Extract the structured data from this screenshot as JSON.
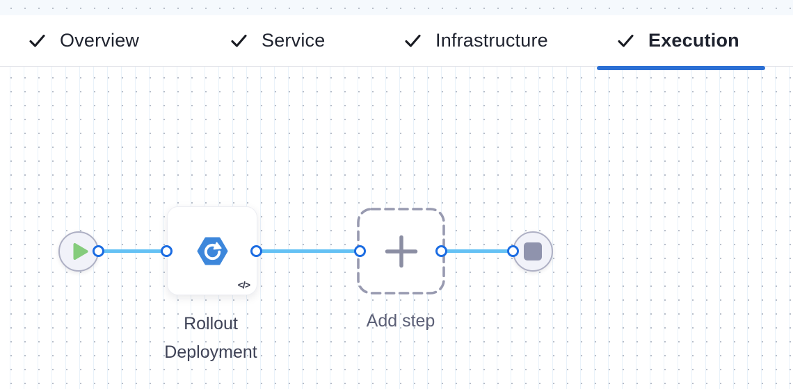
{
  "header": {
    "tabs": [
      {
        "label": "Overview",
        "completed": true,
        "active": false
      },
      {
        "label": "Service",
        "completed": true,
        "active": false
      },
      {
        "label": "Infrastructure",
        "completed": true,
        "active": false
      },
      {
        "label": "Execution",
        "completed": true,
        "active": true
      }
    ]
  },
  "pipeline": {
    "start_node": {
      "icon": "play-icon"
    },
    "steps": [
      {
        "label": "Rollout Deployment",
        "icon": "rollout-deployment-hexagon-icon",
        "code_badge": "</>"
      }
    ],
    "add_step": {
      "label": "Add step",
      "icon": "plus-icon"
    },
    "end_node": {
      "icon": "stop-icon"
    }
  },
  "colors": {
    "accent": "#2b6fd4",
    "connector": "#64c1f4",
    "port_ring": "#1b6ce2",
    "hex_blue": "#3d87db",
    "play_green": "#85cc7c",
    "node_fill": "#f1f2f9",
    "node_border": "#aeb0c4",
    "dash_gray": "#989ab0",
    "plus_gray": "#8b8ea3",
    "stop_gray": "#8f93ad",
    "label_dark": "#3f4357",
    "label_muted": "#5b5f76",
    "tab_text": "#1e222e",
    "dot": "#b9bfca",
    "grid_line": "#e9f2fa",
    "strip_bg": "#f5f9fd",
    "bar_border": "#e1e3e8",
    "code_dark": "#3a3d4f"
  }
}
